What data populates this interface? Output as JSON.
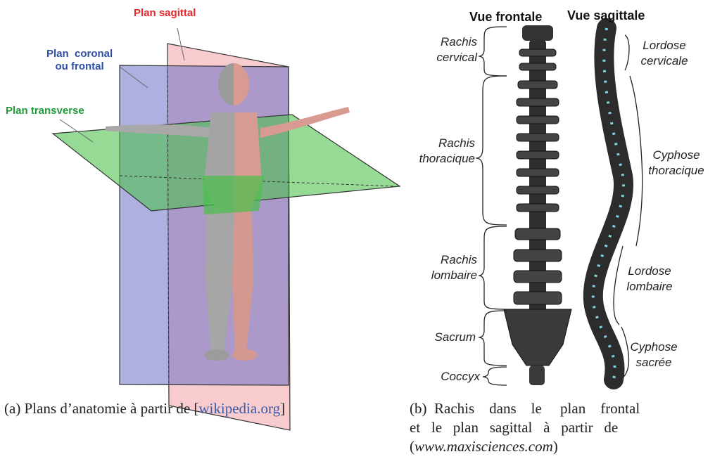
{
  "figure_a": {
    "labels": {
      "sagittal": "Plan sagittal",
      "coronal_line1": "Plan  coronal",
      "coronal_line2": "ou frontal",
      "transverse": "Plan transverse"
    },
    "colors": {
      "sagittal": "#e8262a",
      "coronal": "#2d4fa8",
      "transverse": "#1f9a3a"
    },
    "caption_prefix": "(a) Plans d’anatomie à partir de [",
    "caption_link": "wikipedia.org",
    "caption_suffix": "]"
  },
  "figure_b": {
    "view_frontal": "Vue frontale",
    "view_sagittal": "Vue sagittale",
    "left_labels": {
      "cervical_1": "Rachis",
      "cervical_2": "cervical",
      "thoracic_1": "Rachis",
      "thoracic_2": "thoracique",
      "lumbar_1": "Rachis",
      "lumbar_2": "lombaire",
      "sacrum": "Sacrum",
      "coccyx": "Coccyx"
    },
    "right_labels": {
      "lordose_c1": "Lordose",
      "lordose_c2": "cervicale",
      "cyphose_t1": "Cyphose",
      "cyphose_t2": "thoracique",
      "lordose_l1": "Lordose",
      "lordose_l2": "lombaire",
      "cyphose_s1": "Cyphose",
      "cyphose_s2": "sacrée"
    },
    "caption_line1": "(b)  Rachis    dans    le     plan    frontal",
    "caption_line2": "et   le   plan   sagittal   à   partir   de",
    "caption_line3_open": "(",
    "caption_line3_url": "www.maxisciences.com",
    "caption_line3_close": ")"
  }
}
